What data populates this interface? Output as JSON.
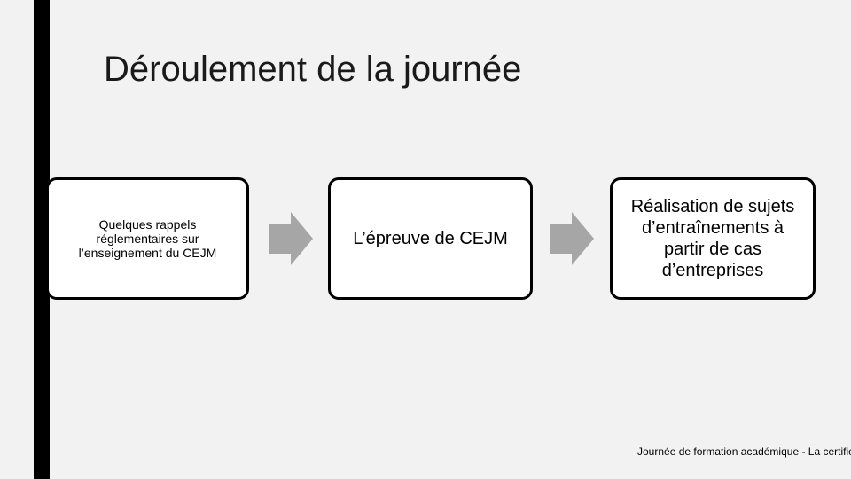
{
  "slide": {
    "title": "Déroulement de la journée",
    "steps": [
      {
        "label": "Quelques rappels réglementaires sur l’enseignement du CEJM"
      },
      {
        "label": "L’épreuve de CEJM"
      },
      {
        "label": "Réalisation de sujets d’entraînements à partir de cas d’entreprises"
      }
    ],
    "footer": "Journée de formation académique - La certific"
  },
  "colors": {
    "background": "#f2f2f2",
    "accent_bar": "#000000",
    "box_fill": "#ffffff",
    "box_border": "#000000",
    "arrow": "#a6a6a6"
  },
  "icons": {
    "flow_arrow": "arrow-right-icon"
  }
}
